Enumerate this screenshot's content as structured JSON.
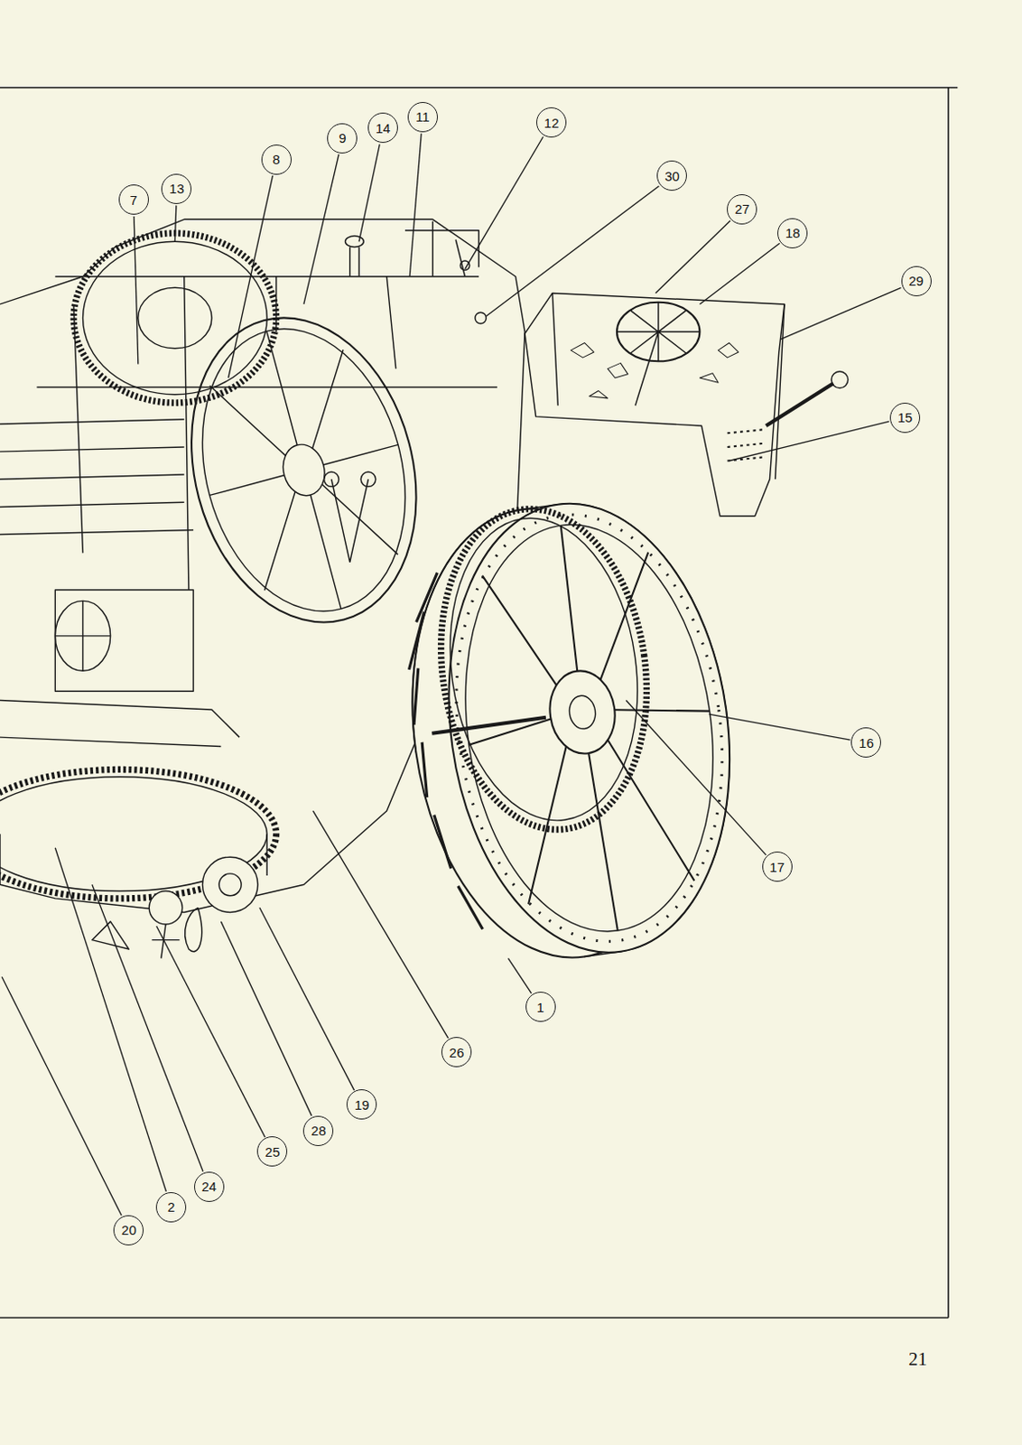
{
  "diagram": {
    "nodes": [
      {
        "text": [
          "11"
        ]
      },
      {
        "text": [
          "12"
        ]
      },
      {
        "text": [
          "14"
        ]
      },
      {
        "text": [
          "9"
        ]
      },
      {
        "text": [
          "8"
        ]
      },
      {
        "text": [
          "30"
        ]
      },
      {
        "text": [
          "13"
        ]
      },
      {
        "text": [
          "7"
        ]
      },
      {
        "text": [
          "27"
        ]
      },
      {
        "text": [
          "18"
        ]
      },
      {
        "text": [
          "29"
        ]
      },
      {
        "text": [
          "15"
        ]
      },
      {
        "text": [
          "16"
        ]
      },
      {
        "text": [
          "17"
        ]
      },
      {
        "text": [
          "1"
        ]
      },
      {
        "text": [
          "26"
        ]
      },
      {
        "text": [
          "19"
        ]
      },
      {
        "text": [
          "28"
        ]
      },
      {
        "text": [
          "25"
        ]
      },
      {
        "text": [
          "24"
        ]
      },
      {
        "text": [
          "2"
        ]
      },
      {
        "text": [
          "20"
        ]
      }
    ],
    "labels": [
      "21"
    ]
  }
}
